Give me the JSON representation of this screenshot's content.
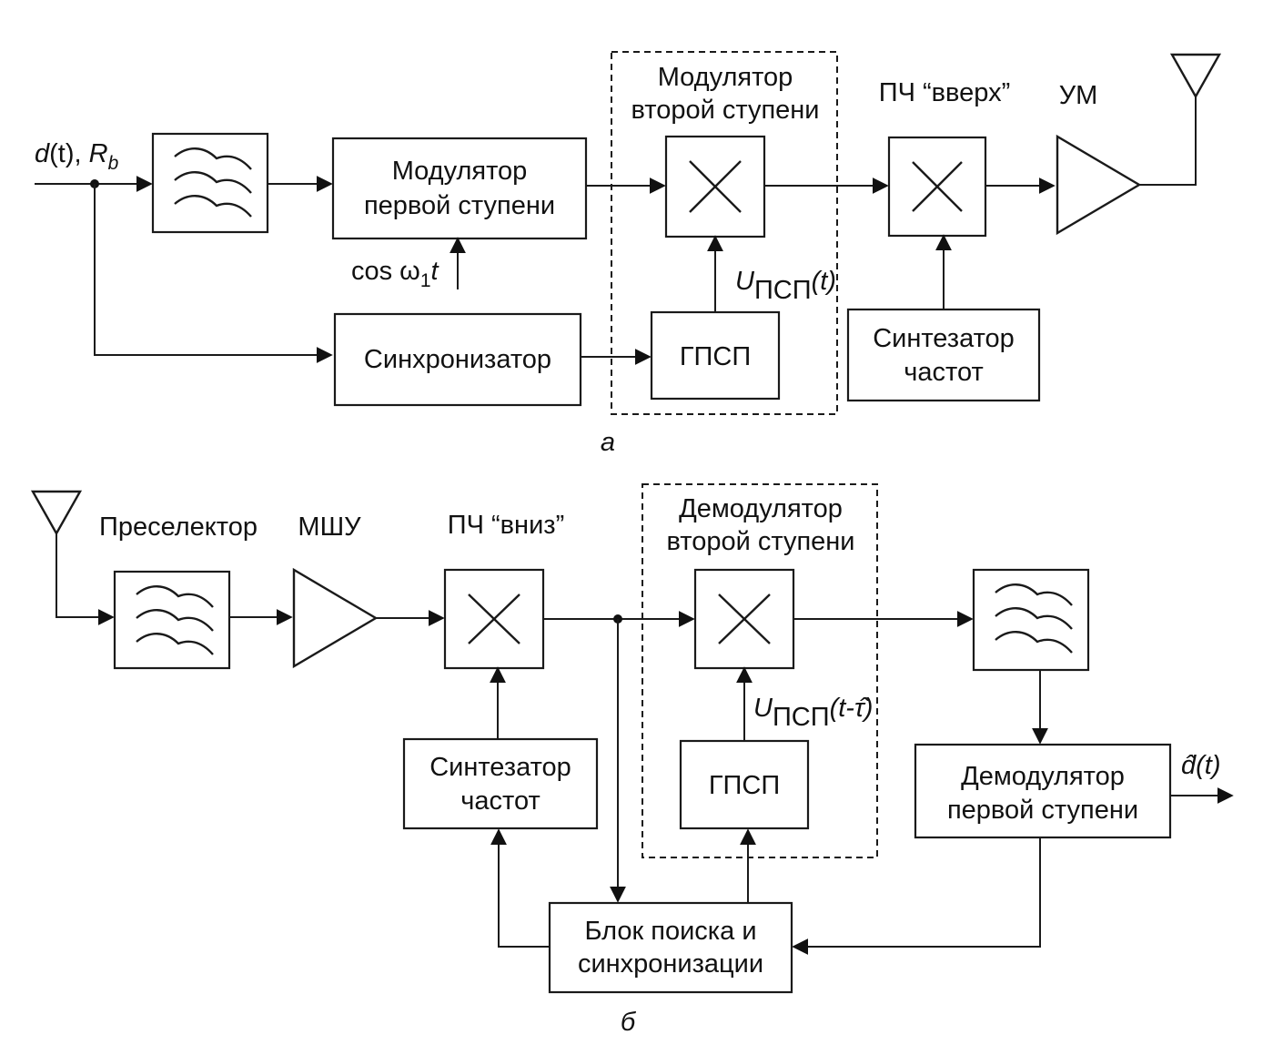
{
  "diagram_a": {
    "caption": "а",
    "input_signal": "d",
    "input_arg": "(t), ",
    "input_rate": "R",
    "input_rate_sub": "b",
    "mod1_line1": "Модулятор",
    "mod1_line2": "первой ступени",
    "carrier": "cos ω",
    "carrier_sub": "1",
    "carrier_t": "t",
    "mod2_title_line1": "Модулятор",
    "mod2_title_line2": "второй ступени",
    "sync": "Синхронизатор",
    "pn_gen": "ГПСП",
    "pn_signal": "U",
    "pn_signal_sub": "ПСП",
    "pn_signal_arg": "(t)",
    "upconv_label": "ПЧ “вверх”",
    "amp_label": "УМ",
    "synth_line1": "Синтезатор",
    "synth_line2": "частот"
  },
  "diagram_b": {
    "caption": "б",
    "preselector": "Преселектор",
    "lna": "МШУ",
    "downconv_label": "ПЧ “вниз”",
    "demod2_title_line1": "Демодулятор",
    "demod2_title_line2": "второй ступени",
    "pn_signal": "U",
    "pn_signal_sub": "ПСП",
    "pn_signal_arg": "(t-τ̂)",
    "pn_gen": "ГПСП",
    "synth_line1": "Синтезатор",
    "synth_line2": "частот",
    "demod1_line1": "Демодулятор",
    "demod1_line2": "первой ступени",
    "output_signal": "d̂",
    "output_arg": "(t)",
    "search_line1": "Блок поиска и",
    "search_line2": "синхронизации"
  }
}
